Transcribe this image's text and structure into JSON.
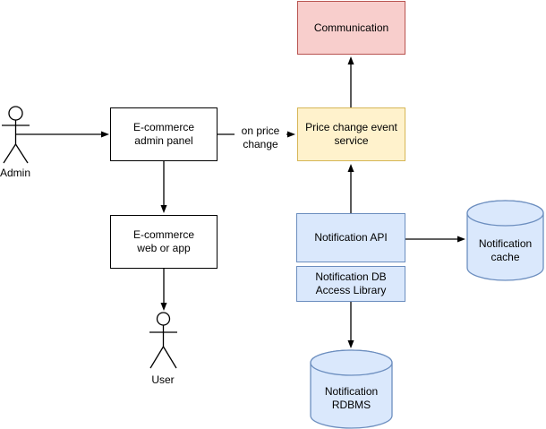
{
  "actors": {
    "admin": {
      "label": "Admin"
    },
    "user": {
      "label": "User"
    }
  },
  "nodes": {
    "admin_panel": {
      "label": "E-commerce\nadmin panel"
    },
    "web_or_app": {
      "label": "E-commerce\nweb or app"
    },
    "communication": {
      "label": "Communication"
    },
    "price_change_service": {
      "label": "Price change event\nservice"
    },
    "notification_api": {
      "label": "Notification API"
    },
    "notification_db_access": {
      "label": "Notification DB\nAccess Library"
    },
    "notification_cache": {
      "label": "Notification\ncache"
    },
    "notification_rdbms": {
      "label": "Notification\nRDBMS"
    }
  },
  "edges": {
    "on_price_change": {
      "label": "on price\nchange"
    }
  },
  "colors": {
    "process_fill": "#ffffff",
    "process_stroke": "#000000",
    "alert_fill": "#f8cecc",
    "alert_stroke": "#b85450",
    "event_fill": "#fff2cc",
    "event_stroke": "#d6b656",
    "component_fill": "#dae8fc",
    "component_stroke": "#6c8ebf",
    "line_color": "#000000"
  }
}
